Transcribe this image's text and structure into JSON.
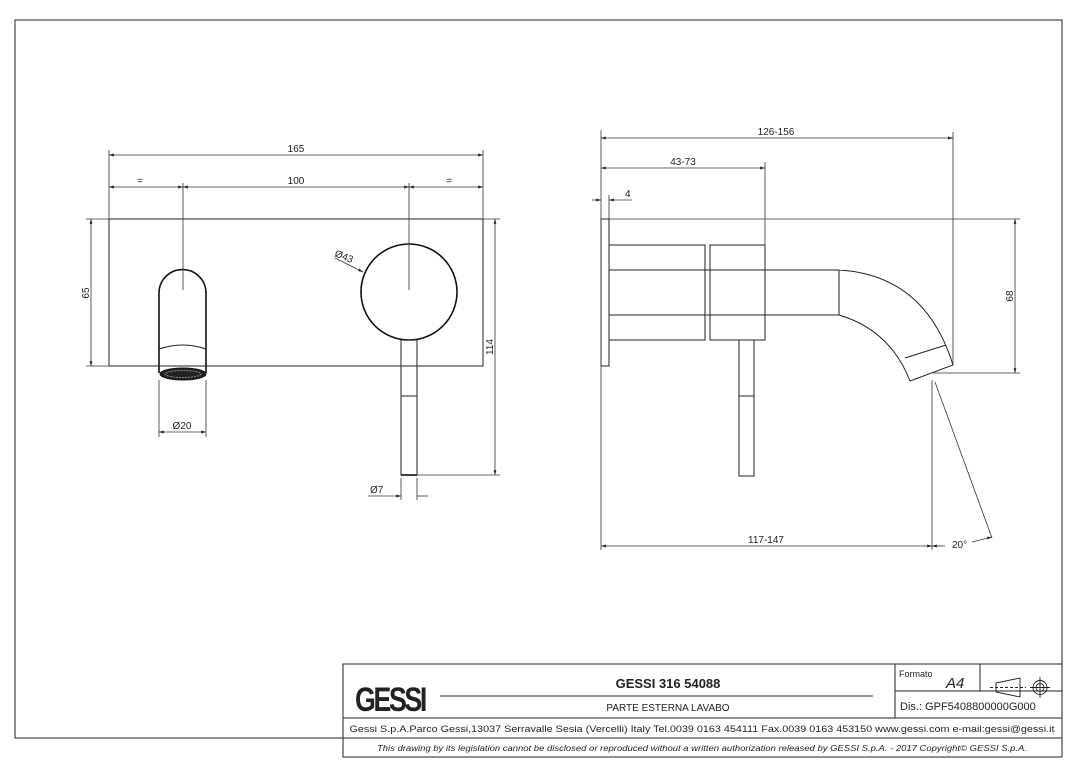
{
  "front_view": {
    "overall_width": "165",
    "equal_left": "=",
    "center_distance": "100",
    "equal_right": "=",
    "plate_height": "65",
    "total_height": "114",
    "handle_diameter": "Ø43",
    "spout_diameter": "Ø20",
    "lever_diameter": "Ø7"
  },
  "side_view": {
    "overall_projection": "126-156",
    "body_projection": "43-73",
    "plate_thickness": "4",
    "spout_height": "68",
    "outlet_projection": "117-147",
    "angle": "20°"
  },
  "title_block": {
    "logo": "GESSI",
    "product_code": "GESSI 316 54088",
    "description": "PARTE ESTERNA LAVABO",
    "format_label": "Formato",
    "format_value": "A4",
    "drawing_number": "Dis.: GPF5408800000G000",
    "address": "Gessi S.p.A.Parco Gessi,13037 Serravalle Sesia (Vercelli) Italy Tel.0039 0163 454111 Fax.0039 0163 453150 www.gessi.com e-mail:gessi@gessi.it",
    "disclaimer": "This drawing by its legislation cannot be disclosed or reproduced without a written authorization released by GESSI S.p.A. - 2017 Copyright© GESSI S.p.A."
  }
}
